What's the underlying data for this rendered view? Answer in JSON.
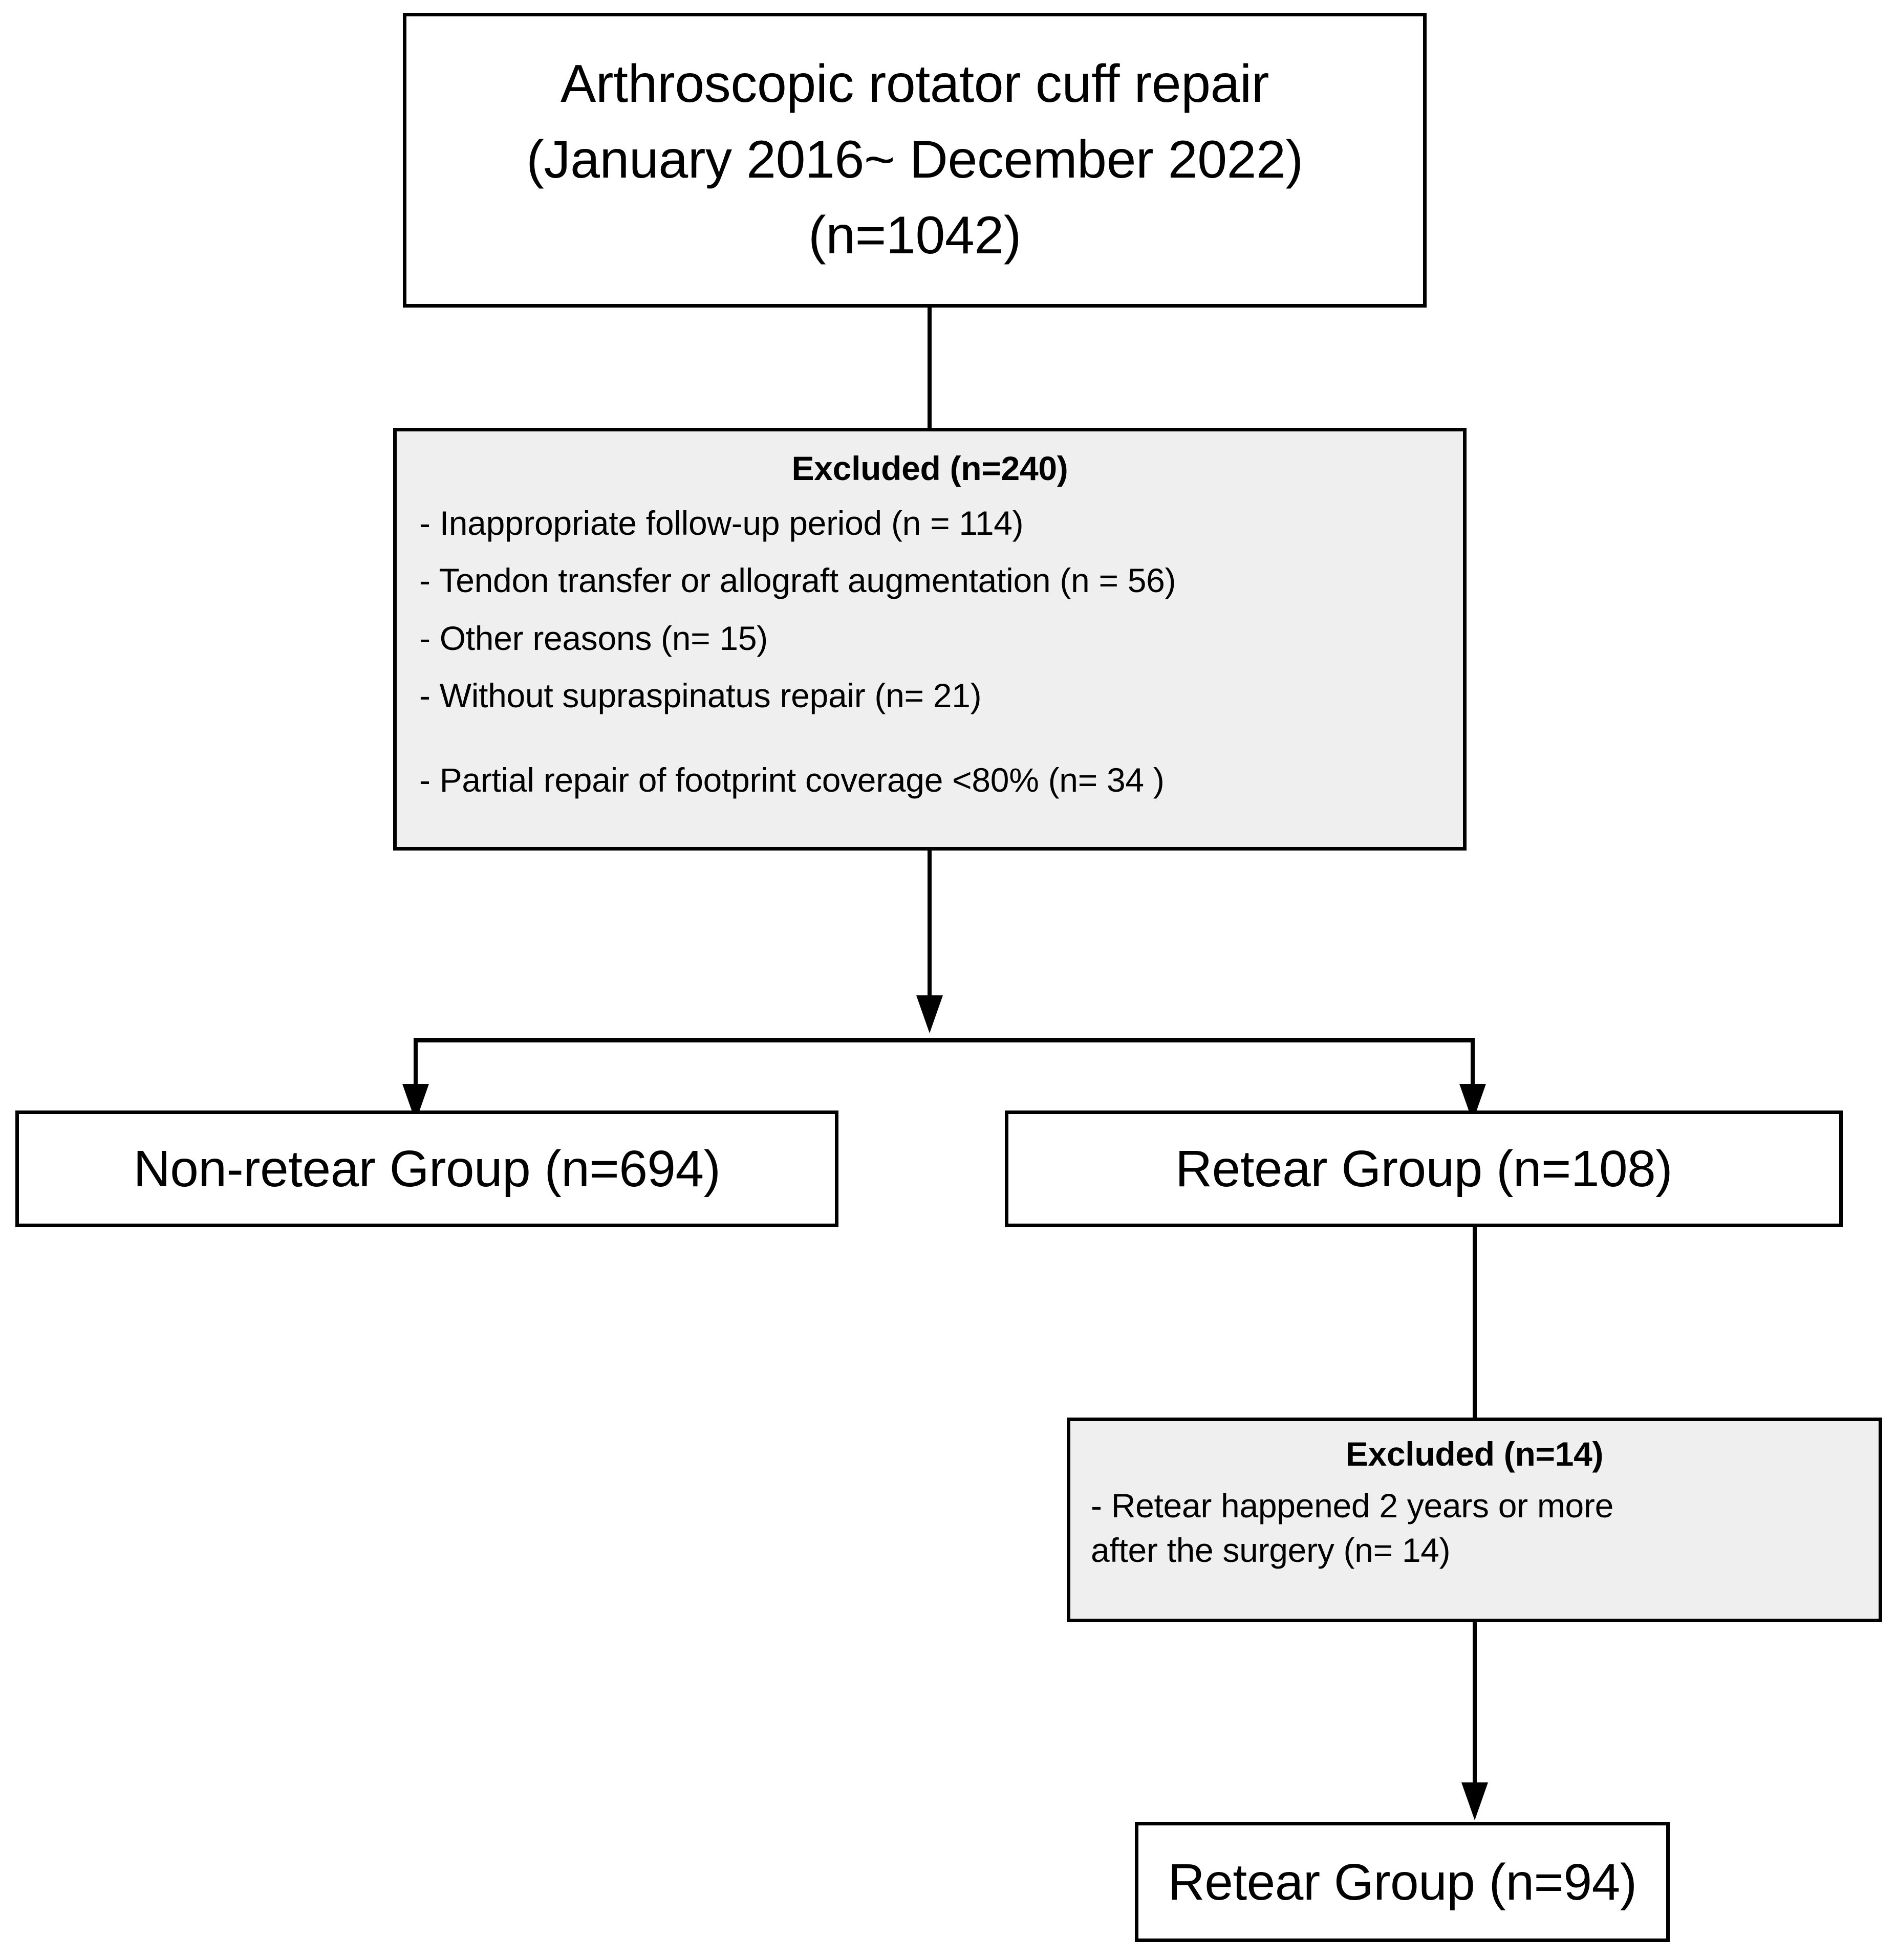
{
  "diagram": {
    "title": "Patient selection flowchart for arthroscopic rotator cuff repair",
    "colors": {
      "box_border": "#000000",
      "box_fill_plain": "#ffffff",
      "box_fill_excluded": "#efefef",
      "connector": "#000000"
    },
    "root": {
      "line1": "Arthroscopic rotator cuff repair",
      "line2": "(January 2016~ December 2022)",
      "line3": "(n=1042)"
    },
    "excluded_1": {
      "heading": "Excluded (n=240)",
      "reasons": [
        "- Inappropriate follow-up period (n = 114)",
        "- Tendon transfer or allograft augmentation (n = 56)",
        "- Other reasons (n= 15)",
        "- Without supraspinatus repair  (n= 21)",
        "- Partial repair of footprint coverage <80% (n= 34 )"
      ]
    },
    "group_nonretear": {
      "label": "Non-retear Group (n=694)"
    },
    "group_retear_initial": {
      "label": "Retear Group (n=108)"
    },
    "excluded_2": {
      "heading": "Excluded (n=14)",
      "reason_line1": "- Retear happened 2 years or more",
      "reason_line2": "after the surgery (n= 14)"
    },
    "group_retear_final": {
      "label": "Retear Group (n=94)"
    }
  },
  "chart_data": {
    "type": "diagram",
    "title": "CONSORT-style patient flow diagram",
    "nodes": [
      {
        "id": "root",
        "label": "Arthroscopic rotator cuff repair (January 2016~ December 2022)",
        "n": 1042
      },
      {
        "id": "excluded_1",
        "label": "Excluded",
        "n": 240
      },
      {
        "id": "nonretear",
        "label": "Non-retear Group",
        "n": 694
      },
      {
        "id": "retear_108",
        "label": "Retear Group",
        "n": 108
      },
      {
        "id": "excluded_2",
        "label": "Excluded",
        "n": 14
      },
      {
        "id": "retear_94",
        "label": "Retear Group",
        "n": 94
      }
    ],
    "exclusion_breakdown_1": [
      {
        "reason": "Inappropriate follow-up period",
        "n": 114
      },
      {
        "reason": "Tendon transfer or allograft augmentation",
        "n": 56
      },
      {
        "reason": "Other reasons",
        "n": 15
      },
      {
        "reason": "Without supraspinatus repair",
        "n": 21
      },
      {
        "reason": "Partial repair of footprint coverage <80%",
        "n": 34
      }
    ],
    "exclusion_breakdown_2": [
      {
        "reason": "Retear happened 2 years or more after the surgery",
        "n": 14
      }
    ],
    "edges": [
      {
        "from": "root",
        "to": "excluded_1"
      },
      {
        "from": "excluded_1",
        "to": "nonretear"
      },
      {
        "from": "excluded_1",
        "to": "retear_108"
      },
      {
        "from": "retear_108",
        "to": "excluded_2"
      },
      {
        "from": "excluded_2",
        "to": "retear_94"
      }
    ]
  }
}
